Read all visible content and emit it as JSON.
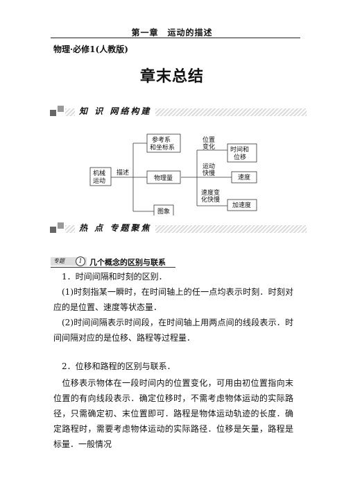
{
  "header": {
    "chapter": "第一章　运动的描述",
    "book": "物理·必修1(人教版)"
  },
  "title": "章末总结",
  "banner1": "知 识 网络构建",
  "banner2": "热 点 专题聚焦",
  "diagram": {
    "root": "机械\n运动",
    "describe": "描述",
    "ref": "参考系\n和坐标系",
    "physq": "物理量",
    "graph": "图象",
    "l1": "位置\n变化",
    "l2": "运动\n快慢",
    "l3": "速度变\n化快慢",
    "b1": "时间和\n位移",
    "b2": "速度",
    "b3": "加速度"
  },
  "topic": {
    "tag": "专题",
    "num": "1",
    "title": "几个概念的区别与联系"
  },
  "paras": [
    "1．时间间隔和时刻的区别．",
    "(1)时刻指某一瞬时，在时间轴上的任一点均表示时刻．时刻对应的是位置、速度等状态量．",
    "(2)时间间隔表示时间段，在时间轴上用两点间的线段表示．时间间隔对应的是位移、路程等过程量．",
    "2．位移和路程的区别与联系．",
    "位移表示物体在一段时间内的位置变化，可用由初位置指向末位置的有向线段表示．确定位移时，不需考虑物体运动的实际路径，只需确定初、末位置即可．路程是物体运动轨迹的长度．确定路程时，需要考虑物体运动的实际路径．位移是矢量，路程是标量．一般情况"
  ]
}
